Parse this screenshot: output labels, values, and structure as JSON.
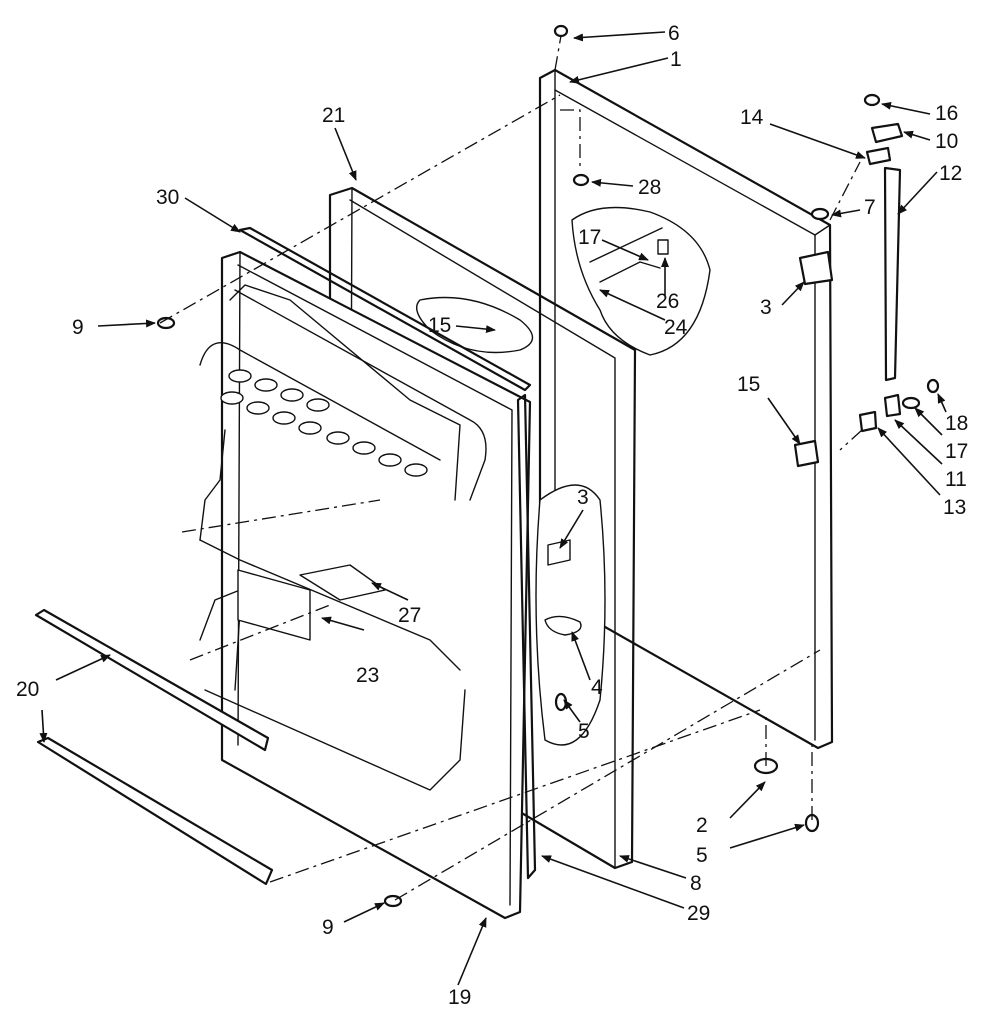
{
  "diagram": {
    "callouts": [
      {
        "id": "c1",
        "text": "1"
      },
      {
        "id": "c2",
        "text": "2"
      },
      {
        "id": "c3a",
        "text": "3"
      },
      {
        "id": "c3b",
        "text": "3"
      },
      {
        "id": "c4",
        "text": "4"
      },
      {
        "id": "c5a",
        "text": "5"
      },
      {
        "id": "c5b",
        "text": "5"
      },
      {
        "id": "c6",
        "text": "6"
      },
      {
        "id": "c7",
        "text": "7"
      },
      {
        "id": "c8",
        "text": "8"
      },
      {
        "id": "c9a",
        "text": "9"
      },
      {
        "id": "c9b",
        "text": "9"
      },
      {
        "id": "c10",
        "text": "10"
      },
      {
        "id": "c11",
        "text": "11"
      },
      {
        "id": "c12",
        "text": "12"
      },
      {
        "id": "c13",
        "text": "13"
      },
      {
        "id": "c14",
        "text": "14"
      },
      {
        "id": "c15a",
        "text": "15"
      },
      {
        "id": "c15b",
        "text": "15"
      },
      {
        "id": "c16",
        "text": "16"
      },
      {
        "id": "c17a",
        "text": "17"
      },
      {
        "id": "c17b",
        "text": "17"
      },
      {
        "id": "c18",
        "text": "18"
      },
      {
        "id": "c19",
        "text": "19"
      },
      {
        "id": "c20",
        "text": "20"
      },
      {
        "id": "c21",
        "text": "21"
      },
      {
        "id": "c23",
        "text": "23"
      },
      {
        "id": "c24",
        "text": "24"
      },
      {
        "id": "c26",
        "text": "26"
      },
      {
        "id": "c27",
        "text": "27"
      },
      {
        "id": "c28",
        "text": "28"
      },
      {
        "id": "c29",
        "text": "29"
      },
      {
        "id": "c30",
        "text": "30"
      }
    ]
  }
}
